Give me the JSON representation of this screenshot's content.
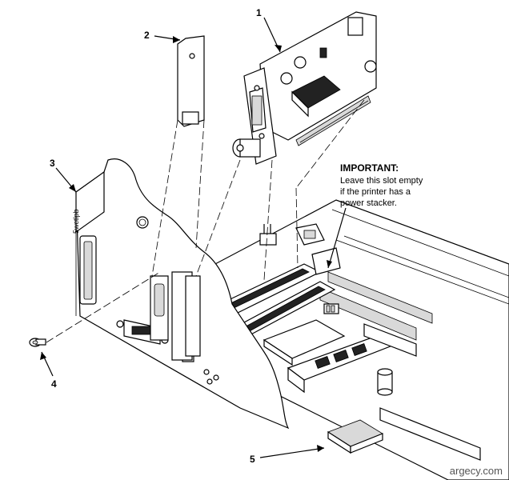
{
  "callouts": [
    "1",
    "2",
    "3",
    "4",
    "5"
  ],
  "side_label": "5wctlpb",
  "important": {
    "title": "IMPORTANT:",
    "lines": [
      "Leave this slot empty",
      "if the printer has a",
      "power stacker."
    ]
  },
  "watermark": "argecy.com"
}
